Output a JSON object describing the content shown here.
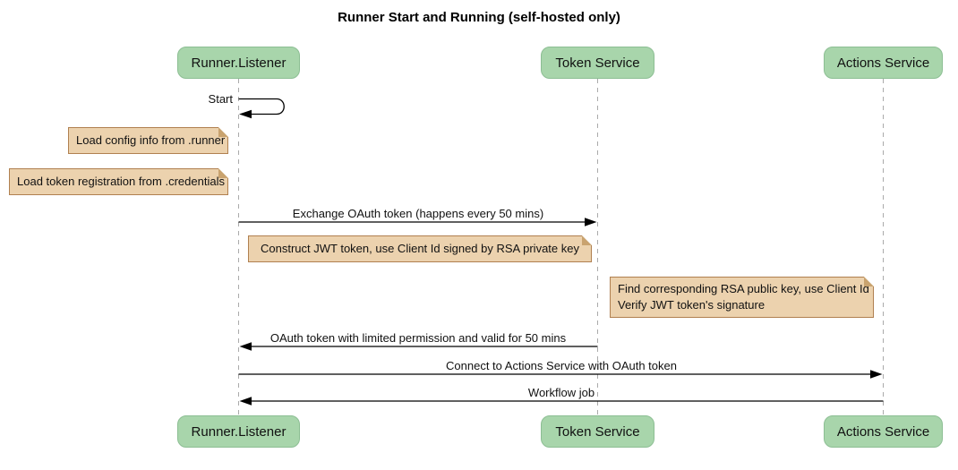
{
  "title": "Runner Start and Running (self-hosted only)",
  "participants": {
    "runner": "Runner.Listener",
    "token": "Token Service",
    "actions": "Actions Service"
  },
  "messages": {
    "start": "Start",
    "exchange": "Exchange OAuth token (happens every 50 mins)",
    "oauth_return": "OAuth token with limited permission and valid for 50 mins",
    "connect": "Connect to Actions Service with OAuth token",
    "workflow": "Workflow job"
  },
  "notes": {
    "load_config": "Load config info from .runner",
    "load_credentials": "Load token registration from .credentials",
    "construct_jwt": "Construct JWT token, use Client Id signed by RSA private key",
    "find_rsa_line1": "Find corresponding RSA public key, use Client Id",
    "find_rsa_line2": "Verify JWT token's signature"
  },
  "colors": {
    "participant_fill": "#a8d5ab",
    "participant_border": "#8cbe93",
    "note_fill": "#ecd2ae",
    "note_border": "#b08050",
    "lifeline": "#aaaaaa",
    "arrow": "#000000",
    "background": "#ffffff"
  }
}
